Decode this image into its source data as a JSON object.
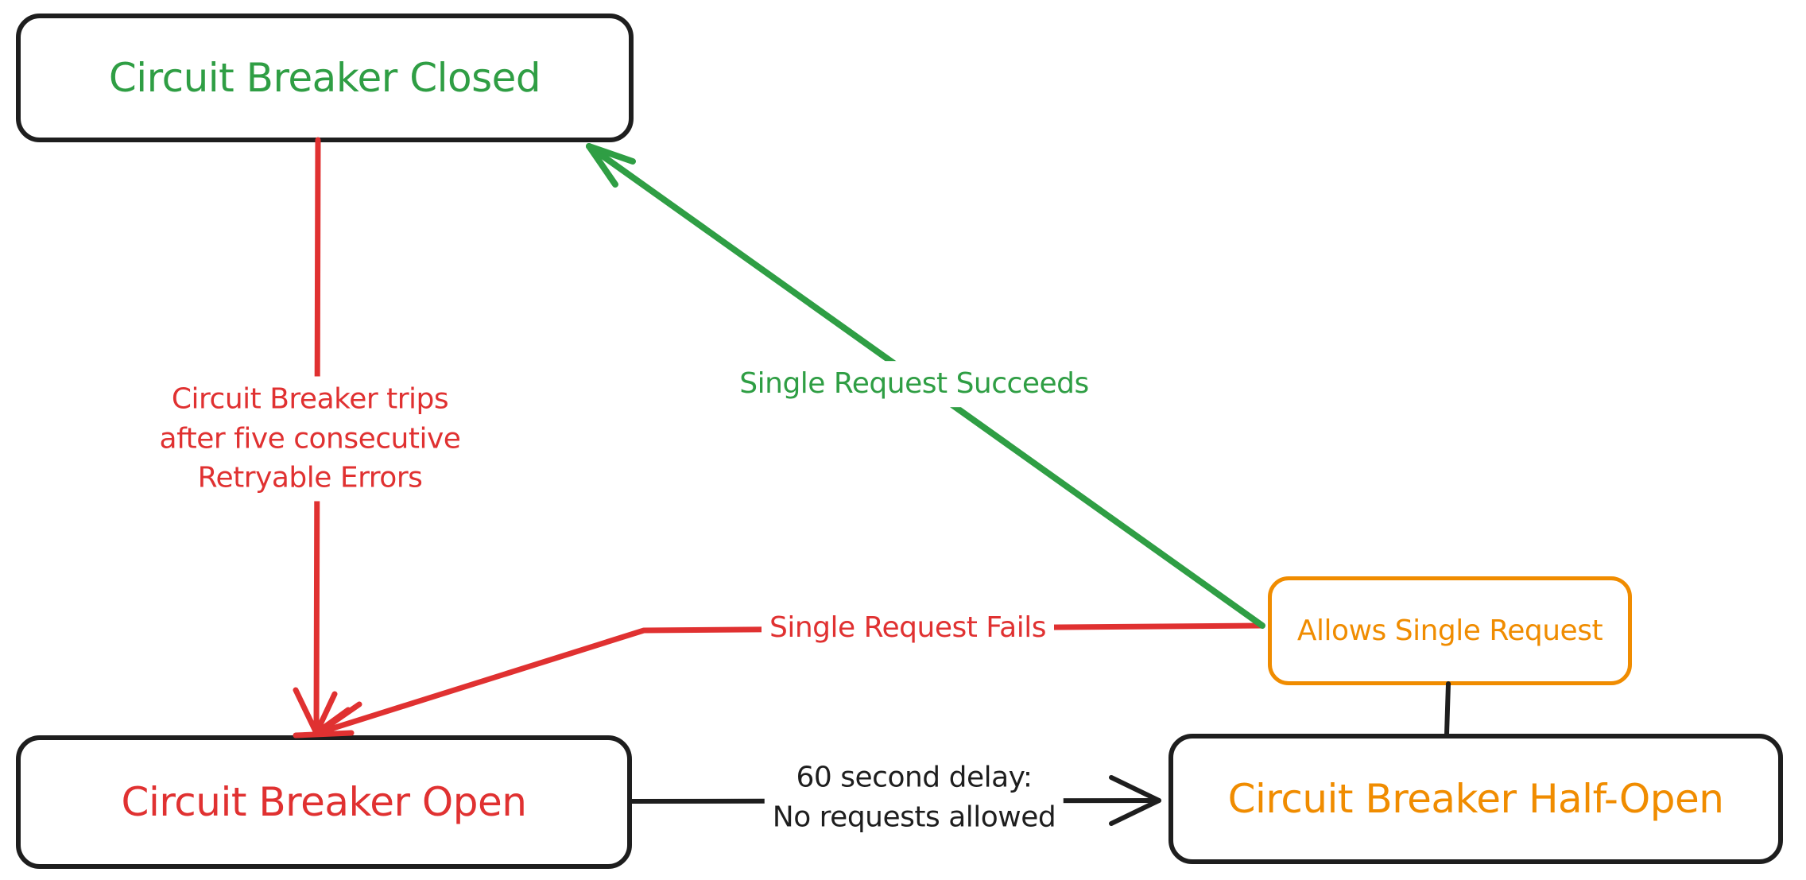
{
  "nodes": {
    "closed": {
      "label": "Circuit Breaker Closed",
      "text_color": "#2f9e44",
      "border_color": "#1e1e1e"
    },
    "open": {
      "label": "Circuit Breaker Open",
      "text_color": "#e03131",
      "border_color": "#1e1e1e"
    },
    "half_open": {
      "label": "Circuit Breaker Half-Open",
      "text_color": "#f08c00",
      "border_color": "#1e1e1e"
    },
    "allows": {
      "label": "Allows Single Request",
      "text_color": "#f08c00",
      "border_color": "#f08c00"
    }
  },
  "edges": {
    "trips": {
      "label": "Circuit Breaker trips\nafter five consecutive\nRetryable Errors",
      "color": "#e03131",
      "from": "closed",
      "to": "open"
    },
    "succeeds": {
      "label": "Single Request Succeeds",
      "color": "#2f9e44",
      "from": "allows",
      "to": "closed"
    },
    "fails": {
      "label": "Single Request Fails",
      "color": "#e03131",
      "from": "allows",
      "to": "open"
    },
    "delay": {
      "label": "60 second delay:\nNo requests allowed",
      "color": "#1e1e1e",
      "from": "open",
      "to": "half_open"
    },
    "link": {
      "label": "",
      "color": "#1e1e1e",
      "from": "half_open",
      "to": "allows"
    }
  },
  "palette": {
    "green": "#2f9e44",
    "red": "#e03131",
    "orange": "#f08c00",
    "ink": "#1e1e1e",
    "background": "#ffffff"
  }
}
